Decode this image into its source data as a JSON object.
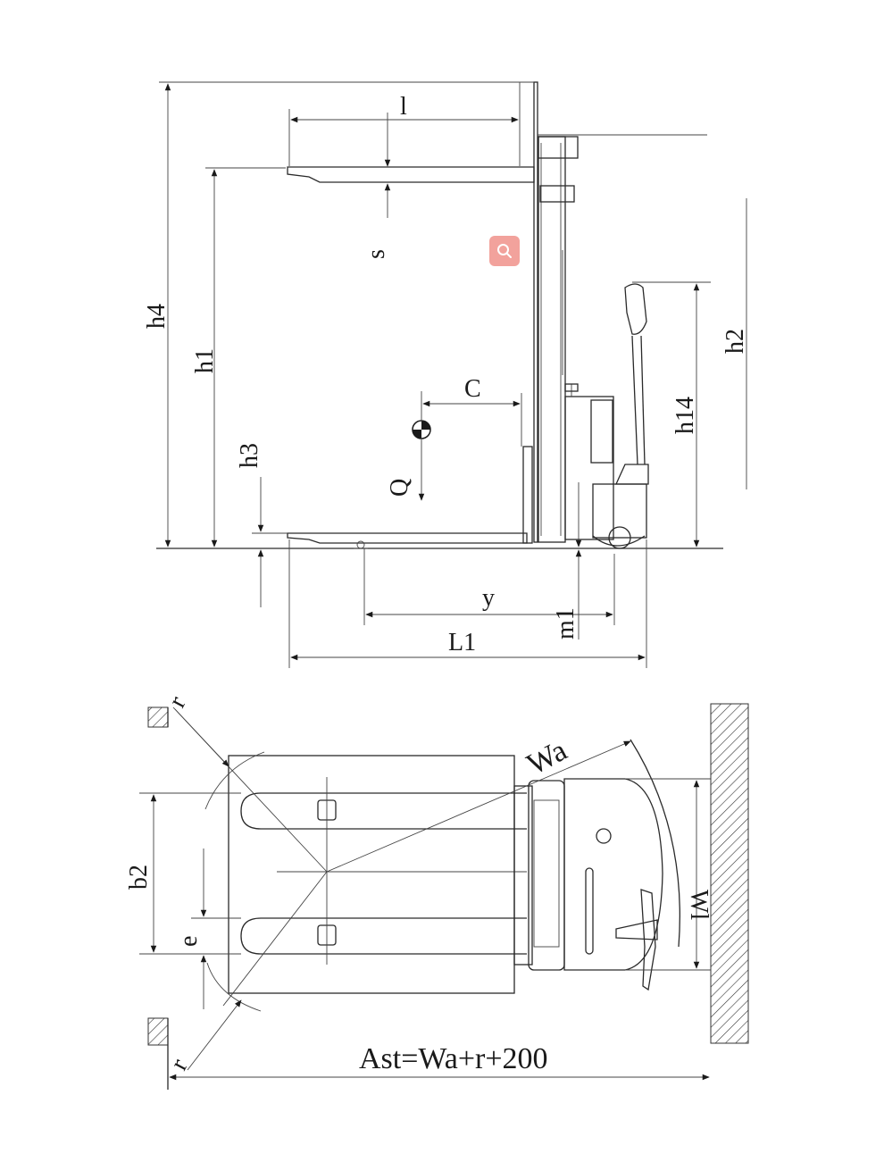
{
  "side_view": {
    "labels": {
      "l": "l",
      "s": "s",
      "h4": "h4",
      "h1": "h1",
      "h3": "h3",
      "c": "C",
      "q": "Q",
      "h2": "h2",
      "h14": "h14",
      "y": "y",
      "m1": "m1",
      "l1": "L1"
    }
  },
  "top_view": {
    "labels": {
      "r_top": "r",
      "r_bottom": "r",
      "wa": "Wa",
      "b2": "b2",
      "e": "e",
      "wi": "Wl",
      "ast": "Ast=Wa+r+200"
    }
  },
  "overlay": {
    "search_icon": "search-icon",
    "accent": "#f2a29c"
  }
}
